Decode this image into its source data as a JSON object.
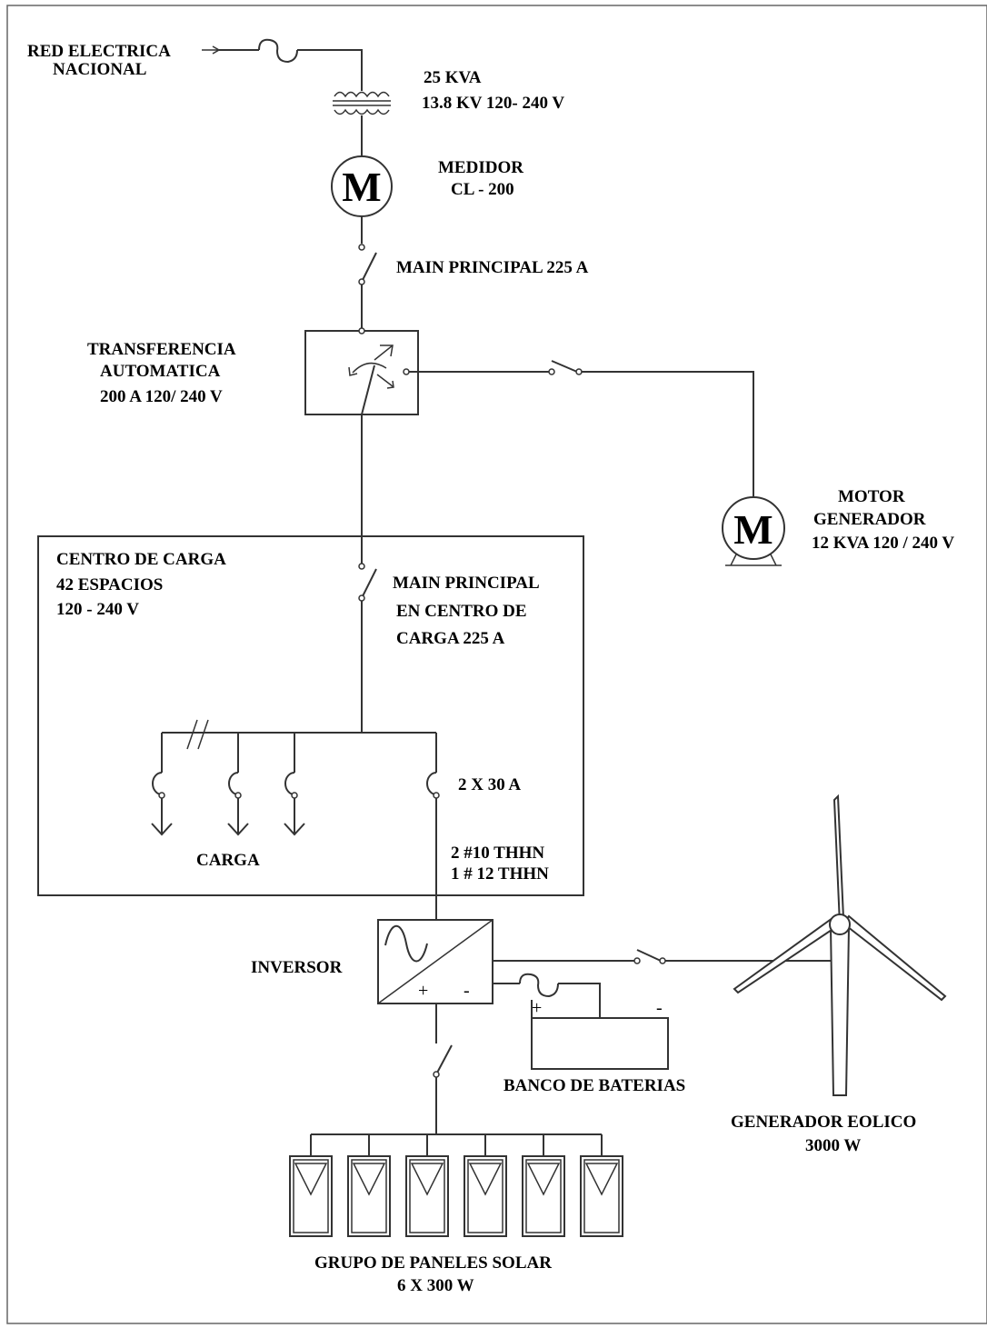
{
  "labels": {
    "grid_line1": "RED ELECTRICA",
    "grid_line2": "NACIONAL",
    "transformer_line1": "25 KVA",
    "transformer_line2": "13.8 KV 120- 240 V",
    "meter_symbol": "M",
    "meter_line1": "MEDIDOR",
    "meter_line2": "CL - 200",
    "main_breaker": "MAIN PRINCIPAL 225 A",
    "ats_line1": "TRANSFERENCIA",
    "ats_line2": "AUTOMATICA",
    "ats_line3": "200 A 120/ 240 V",
    "generator_symbol": "M",
    "generator_line1": "MOTOR",
    "generator_line2": "GENERADOR",
    "generator_line3": "12 KVA 120 / 240 V",
    "panel_line1": "CENTRO DE CARGA",
    "panel_line2": "42 ESPACIOS",
    "panel_line3": "120 - 240 V",
    "panel_main_line1": "MAIN PRINCIPAL",
    "panel_main_line2": "EN CENTRO DE",
    "panel_main_line3": "CARGA 225 A",
    "breaker_2x30": "2 X 30 A",
    "loads": "CARGA",
    "wire_line1": "2 #10 THHN",
    "wire_line2": "1 # 12 THHN",
    "inverter": "INVERSOR",
    "inverter_plus": "+",
    "inverter_minus": "-",
    "battery_plus": "+",
    "battery_minus": "-",
    "battery": "BANCO DE BATERIAS",
    "wind_line1": "GENERADOR EOLICO",
    "wind_line2": "3000 W",
    "solar_line1": "GRUPO DE PANELES SOLAR",
    "solar_line2": "6 X 300 W"
  },
  "solar_panel_count": 6
}
